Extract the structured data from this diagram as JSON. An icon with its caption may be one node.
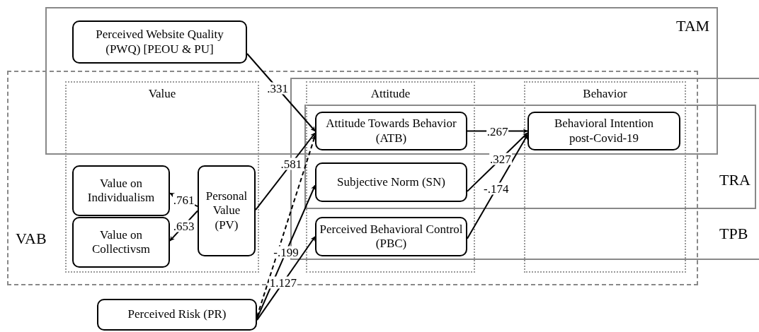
{
  "diagram": {
    "nodes": [
      {
        "text": [
          "Perceived Website Quality (PWQ) [PEOU & PU]"
        ]
      },
      {
        "text": [
          "Value"
        ]
      },
      {
        "text": [
          "Value on Individualism"
        ],
        "in": 1
      },
      {
        "text": [
          "Value on Collectivsm"
        ],
        "in": 1
      },
      {
        "text": [
          "Personal Value (PV)"
        ],
        "in": 1
      },
      {
        "text": [
          "Attitude"
        ]
      },
      {
        "text": [
          "Attitude Towards Behavior (ATB)"
        ],
        "in": 5
      },
      {
        "text": [
          "Subjective Norm (SN)"
        ],
        "in": 5
      },
      {
        "text": [
          "Perceived Behavioral Control (PBC)"
        ],
        "in": 5
      },
      {
        "text": [
          "Behavior"
        ]
      },
      {
        "text": [
          "Behavioral Intention post-Covid-19"
        ],
        "in": 9
      },
      {
        "text": [
          "Perceived Risk (PR)"
        ]
      }
    ],
    "edges": [
      {
        "from": 0,
        "to": 6,
        "arrow": "to",
        "label": ".331"
      },
      {
        "from": 4,
        "to": 6,
        "arrow": "to",
        "label": ".581"
      },
      {
        "from": 11,
        "to": 6,
        "arrow": "to",
        "style": "dashed"
      },
      {
        "from": 11,
        "to": 7,
        "arrow": "to",
        "label": "-.199"
      },
      {
        "from": 11,
        "to": 8,
        "arrow": "to",
        "label": "1.127"
      },
      {
        "from": 6,
        "to": 10,
        "arrow": "to",
        "label": ".267"
      },
      {
        "from": 7,
        "to": 10,
        "arrow": "to",
        "label": ".327"
      },
      {
        "from": 8,
        "to": 10,
        "arrow": "to",
        "label": "-.174"
      },
      {
        "from": 4,
        "to": 2,
        "arrow": "to",
        "label": ".761"
      },
      {
        "from": 4,
        "to": 3,
        "arrow": "to",
        "label": ".653"
      }
    ],
    "labels": [
      "TAM",
      "TRA",
      "VAB",
      "TPB"
    ]
  }
}
